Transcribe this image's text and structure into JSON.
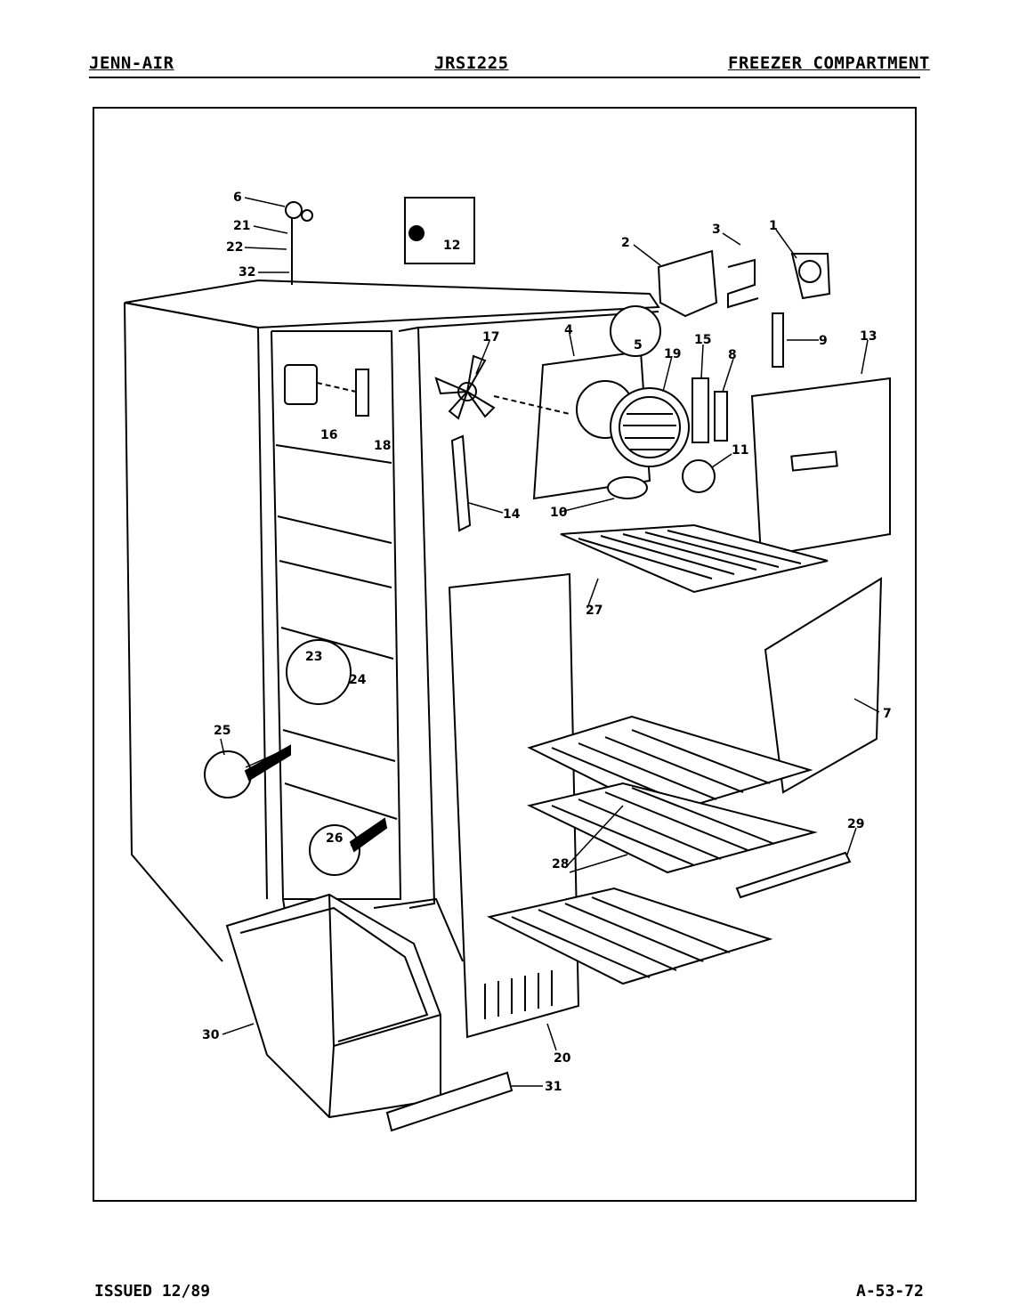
{
  "header": {
    "brand": "JENN-AIR",
    "model": "JRSI225",
    "section": "FREEZER COMPARTMENT"
  },
  "footer": {
    "issued": "ISSUED 12/89",
    "page_code": "A-53-72"
  },
  "callouts": [
    "1",
    "2",
    "3",
    "4",
    "5",
    "6",
    "7",
    "8",
    "9",
    "10",
    "11",
    "12",
    "13",
    "14",
    "15",
    "16",
    "17",
    "18",
    "19",
    "20",
    "21",
    "22",
    "23",
    "24",
    "25",
    "26",
    "27",
    "28",
    "29",
    "30",
    "31",
    "32"
  ]
}
